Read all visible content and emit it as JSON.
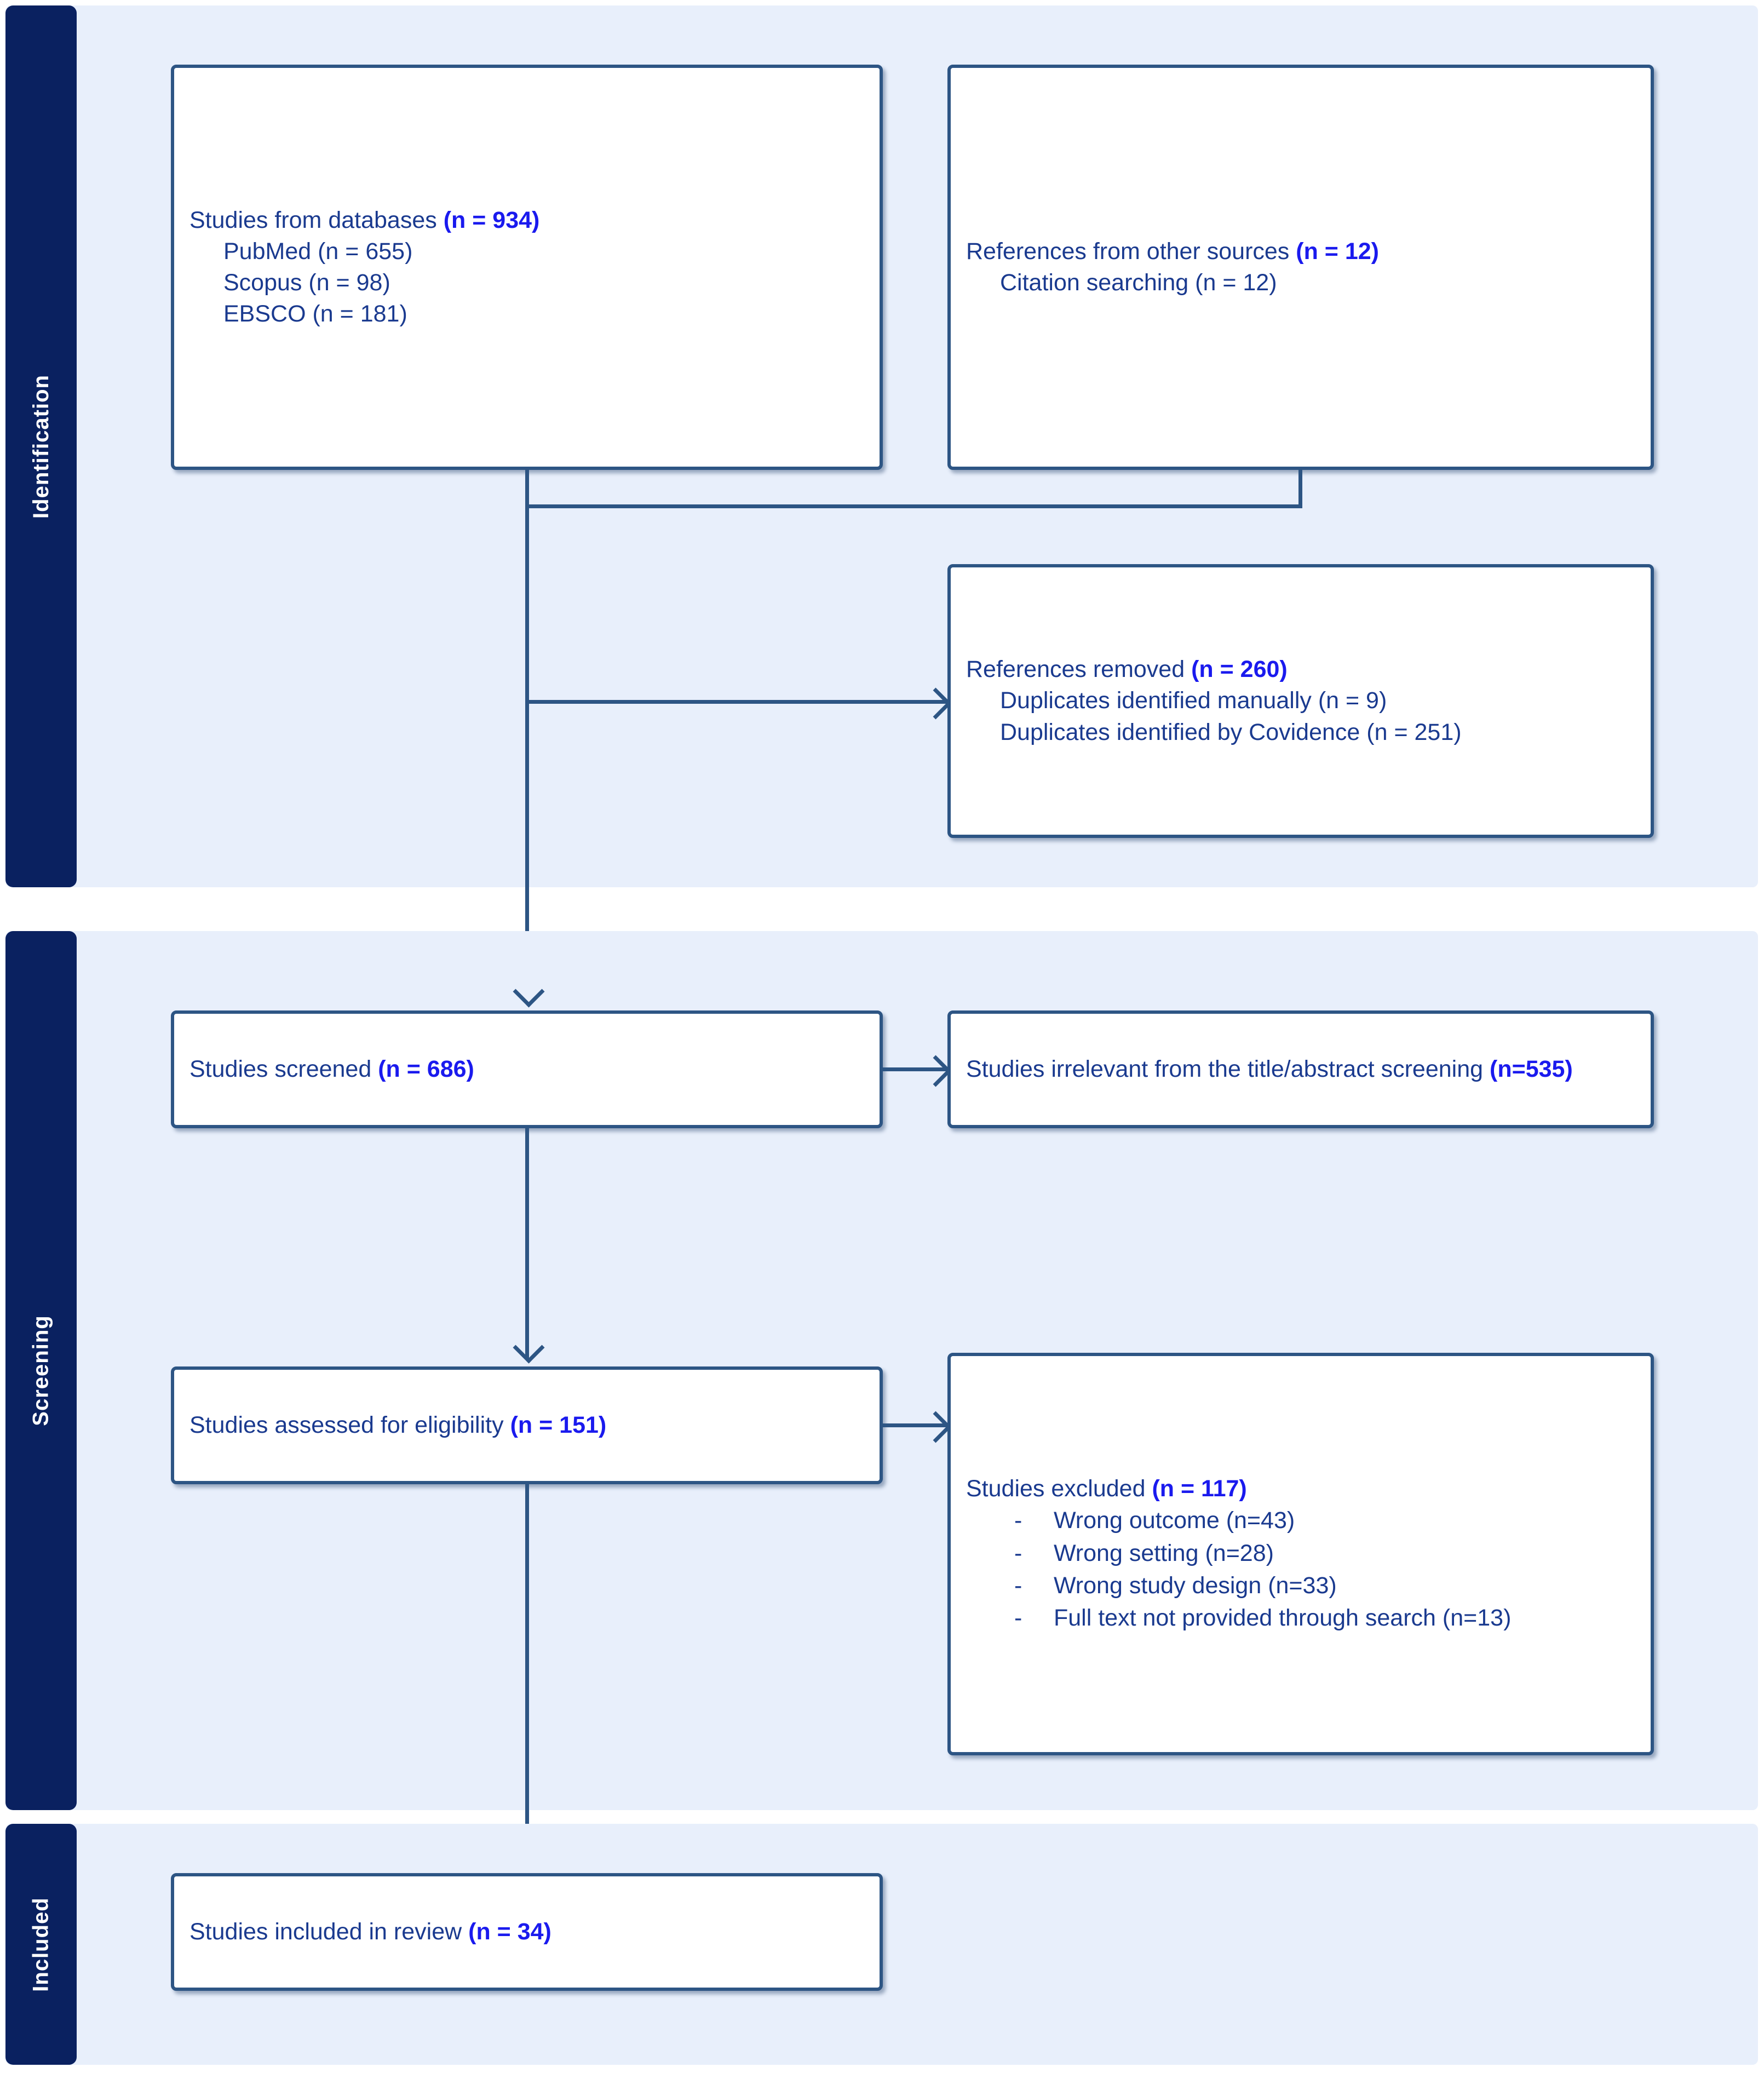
{
  "diagram": {
    "title": "PRISMA flow diagram",
    "colors": {
      "band_background": "#e8effb",
      "band_tab": "#0a2160",
      "box_border": "#2d5584",
      "box_background": "#ffffff",
      "text": "#1a3a8f",
      "highlight": "#1a1aee",
      "connector": "#2d5584"
    }
  },
  "stages": [
    {
      "id": "identification",
      "label": "Identification"
    },
    {
      "id": "screening",
      "label": "Screening"
    },
    {
      "id": "included",
      "label": "Included"
    }
  ],
  "boxes": {
    "databases": {
      "heading_text": "Studies from databases ",
      "heading_count": "(n = 934)",
      "items": [
        "PubMed (n = 655)",
        "Scopus (n = 98)",
        "EBSCO (n = 181)"
      ]
    },
    "other_sources": {
      "heading_text": "References from other sources ",
      "heading_count": "(n = 12)",
      "items": [
        "Citation searching (n = 12)"
      ]
    },
    "removed": {
      "heading_text": "References removed ",
      "heading_count": "(n = 260)",
      "items": [
        "Duplicates identified manually (n = 9)",
        "Duplicates identified by Covidence (n = 251)"
      ]
    },
    "screened": {
      "heading_text": "Studies screened ",
      "heading_count": "(n = 686)"
    },
    "irrelevant": {
      "heading_text": "Studies irrelevant from the title/abstract screening ",
      "heading_count": "(n=535)"
    },
    "eligibility": {
      "heading_text": "Studies assessed for eligibility ",
      "heading_count": "(n = 151)"
    },
    "excluded": {
      "heading_text": "Studies excluded ",
      "heading_count": "(n = 117)",
      "bullet_marker": "-",
      "items": [
        "Wrong outcome (n=43)",
        "Wrong setting (n=28)",
        "Wrong study design (n=33)",
        "Full text not provided through search (n=13)"
      ]
    },
    "included": {
      "heading_text": "Studies included in review ",
      "heading_count": "(n = 34)"
    }
  },
  "chart_data": {
    "type": "diagram",
    "title": "PRISMA flow diagram",
    "nodes": [
      {
        "id": "databases",
        "stage": "Identification",
        "label": "Studies from databases",
        "n": 934,
        "breakdown": [
          {
            "label": "PubMed",
            "n": 655
          },
          {
            "label": "Scopus",
            "n": 98
          },
          {
            "label": "EBSCO",
            "n": 181
          }
        ]
      },
      {
        "id": "other_sources",
        "stage": "Identification",
        "label": "References from other sources",
        "n": 12,
        "breakdown": [
          {
            "label": "Citation searching",
            "n": 12
          }
        ]
      },
      {
        "id": "removed",
        "stage": "Identification",
        "label": "References removed",
        "n": 260,
        "breakdown": [
          {
            "label": "Duplicates identified manually",
            "n": 9
          },
          {
            "label": "Duplicates identified by Covidence",
            "n": 251
          }
        ]
      },
      {
        "id": "screened",
        "stage": "Screening",
        "label": "Studies screened",
        "n": 686
      },
      {
        "id": "irrelevant",
        "stage": "Screening",
        "label": "Studies irrelevant from the title/abstract screening",
        "n": 535
      },
      {
        "id": "eligibility",
        "stage": "Screening",
        "label": "Studies assessed for eligibility",
        "n": 151
      },
      {
        "id": "excluded",
        "stage": "Screening",
        "label": "Studies excluded",
        "n": 117,
        "breakdown": [
          {
            "label": "Wrong outcome",
            "n": 43
          },
          {
            "label": "Wrong setting",
            "n": 28
          },
          {
            "label": "Wrong study design",
            "n": 33
          },
          {
            "label": "Full text not provided through search",
            "n": 13
          }
        ]
      },
      {
        "id": "included",
        "stage": "Included",
        "label": "Studies included in review",
        "n": 34
      }
    ],
    "edges": [
      {
        "from": "databases",
        "to": "removed"
      },
      {
        "from": "other_sources",
        "to": "removed"
      },
      {
        "from": "databases",
        "to": "screened"
      },
      {
        "from": "screened",
        "to": "irrelevant"
      },
      {
        "from": "screened",
        "to": "eligibility"
      },
      {
        "from": "eligibility",
        "to": "excluded"
      },
      {
        "from": "eligibility",
        "to": "included"
      }
    ]
  }
}
